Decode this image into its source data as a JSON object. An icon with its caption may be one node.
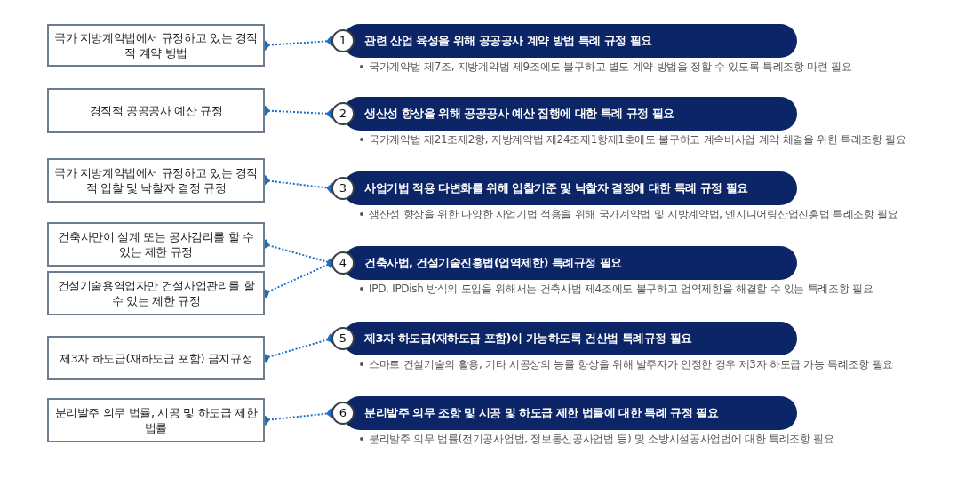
{
  "diagram": {
    "nodes": [
      {
        "text": [
          "국가 지방계약법에서 규정하고 있는 경직적 계약 방법"
        ]
      },
      {
        "text": [
          "경직적 공공공사 예산 규정"
        ]
      },
      {
        "text": [
          "국가 지방계약법에서 규정하고 있는 경직적 입찰 및 낙찰자 결정 규정"
        ]
      },
      {
        "text": [
          "건축사만이 설계 또는 공사감리를 할 수 있는 제한 규정"
        ]
      },
      {
        "text": [
          "건설기술용역업자만 건설사업관리를 할 수 있는 제한 규정"
        ]
      },
      {
        "text": [
          "제3자 하도급(재하도급 포함) 금지규정"
        ]
      },
      {
        "text": [
          "분리발주 의무 법률, 시공 및 하도급 제한 법률"
        ]
      },
      {
        "text": [
          "1",
          "관련 산업 육성을 위해 공공공사 계약 방법 특례 규정 필요"
        ],
        "beside": [
          "국가계약법 제7조, 지방계약법 제9조에도 불구하고 별도 계약 방법을 정할 수 있도록 특례조항 마련 필요"
        ]
      },
      {
        "text": [
          "2",
          "생산성 향상을 위해 공공공사 예산 집행에 대한 특례 규정 필요"
        ],
        "beside": [
          "국가계약법 제21조제2항, 지방계약법 제24조제1항제1호에도 불구하고 계속비사업 계약 체결을 위한 특례조항 필요"
        ]
      },
      {
        "text": [
          "3",
          "사업기법 적용 다변화를 위해 입찰기준 및 낙찰자 결정에 대한 특례 규정 필요"
        ],
        "beside": [
          "생산성 향상을 위한 다양한 사업기법 적용을 위해 국가계약법 및 지방계약법, 엔지니어링산업진흥법 특례조항 필요"
        ]
      },
      {
        "text": [
          "4",
          "건축사법, 건설기술진흥법(업역제한) 특례규정 필요"
        ],
        "beside": [
          "IPD, IPDish 방식의 도입을 위해서는 건축사법 제4조에도 불구하고 업역제한을 해결할 수 있는 특례조항 필요"
        ]
      },
      {
        "text": [
          "5",
          "제3자 하도급(재하도급 포함)이 가능하도록 건산법  특례규정 필요"
        ],
        "beside": [
          "스마트 건설기술의 활용, 기타 시공상의 능률 향상을 위해 발주자가 인정한 경우 제3자 하도급 가능 특례조항 필요"
        ]
      },
      {
        "text": [
          "6",
          "분리발주 의무 조항 및 시공 및 하도급 제한 법률에 대한 특례 규정 필요"
        ],
        "beside": [
          "분리발주 의무 법률(전기공사업법, 정보통신공사업법 등) 및 소방시설공사업법에 대한 특례조항 필요"
        ]
      }
    ],
    "edges": [
      {
        "from": 0,
        "to": 7,
        "arrow": "other",
        "style": "dashed"
      },
      {
        "from": 1,
        "to": 8,
        "arrow": "other",
        "style": "dashed"
      },
      {
        "from": 2,
        "to": 9,
        "arrow": "other",
        "style": "dashed"
      },
      {
        "from": 3,
        "to": 10,
        "arrow": "other",
        "style": "dashed"
      },
      {
        "from": 4,
        "to": 10,
        "arrow": "other",
        "style": "dashed"
      },
      {
        "from": 5,
        "to": 11,
        "arrow": "other",
        "style": "dashed"
      },
      {
        "from": 6,
        "to": 12,
        "arrow": "other",
        "style": "dashed"
      }
    ]
  }
}
